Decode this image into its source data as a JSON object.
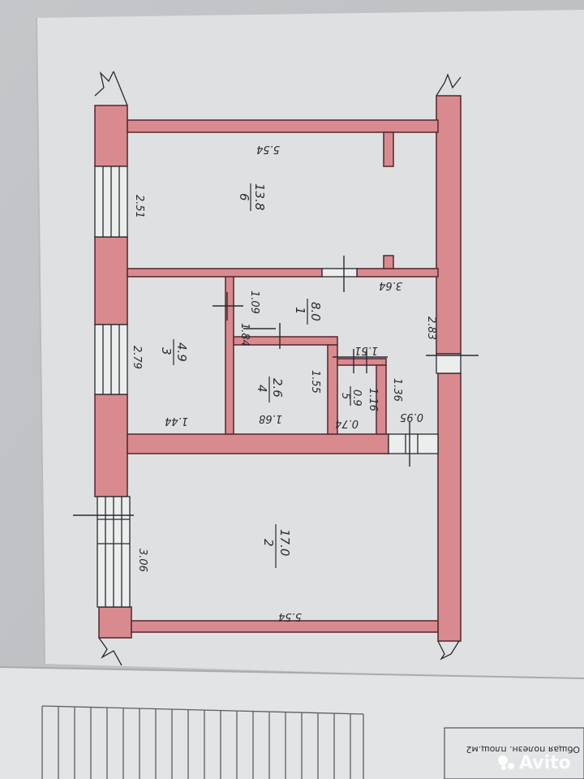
{
  "colors": {
    "wall_fill": "#d98a8e",
    "wall_stroke": "#5a2f35",
    "paper": "#dfe0e2",
    "ink": "#2a2a30"
  },
  "rooms": [
    {
      "number": "6",
      "area": "13.8"
    },
    {
      "number": "1",
      "area": "8.0"
    },
    {
      "number": "3",
      "area": "4.9"
    },
    {
      "number": "4",
      "area": "2.6"
    },
    {
      "number": "5",
      "area": "0.9"
    },
    {
      "number": "2",
      "area": "17.0"
    }
  ],
  "dimensions": {
    "top_length": "5.54",
    "left_room6": "2.51",
    "right_room1": "2.83",
    "room1_inner": "3.64",
    "room1_a": "1.09",
    "room1_b": "1.84",
    "room3_height": "2.79",
    "room3_width": "1.44",
    "room4_width": "1.68",
    "room4_height": "1.55",
    "room5_a": "1.51",
    "room5_b": "1.16",
    "room5_c": "0.74",
    "room5_d": "1.36",
    "right_small": "0.95",
    "left_room2": "3.06",
    "bottom_length": "5.54"
  },
  "table_header_fragment": "Общая полезн. площ.м2",
  "watermark": {
    "brand": "Avito"
  }
}
